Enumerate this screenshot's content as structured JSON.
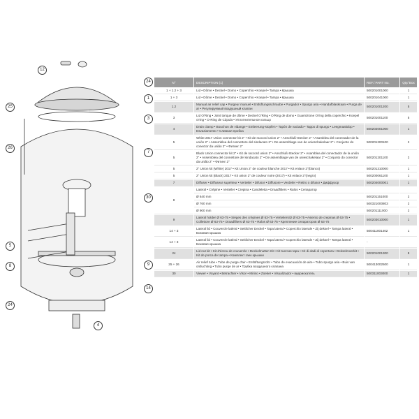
{
  "callouts": [
    "12",
    "24",
    "1",
    "25",
    "3",
    "26",
    "7",
    "30",
    "5",
    "8",
    "9",
    "14",
    "24",
    "4"
  ],
  "table": {
    "headers": {
      "n": "N°",
      "description": "DESCRIPTION (1)",
      "ref": "REF./ PART No.",
      "qty": "Qty/ Box"
    },
    "rows": [
      {
        "n": "1 + 1.2 + 3",
        "description": "Lid • Dôme • Deckel • Domo • Coperchio • Koepel • Tampa • Крышка",
        "ref": "500201001000",
        "qty": "1",
        "shade": false
      },
      {
        "n": "1 + 3",
        "description": "Lid • Dôme • Deckel • Domo • Coperchio • Koepel • Tampa • Крышка",
        "ref": "500201041000",
        "qty": "1",
        "shade": false
      },
      {
        "n": "1.2",
        "description": "Manual air relief cap • Purgeur manuel • Entlüftungsschraube • Purgador • Spurgo aria • Handafblaskraan • Purga de ar • Регулируемый воздушный клапан",
        "ref": "500201001200",
        "qty": "5",
        "shade": true
      },
      {
        "n": "3",
        "description": "Lid O'Ring • Joint torique de dôme • Deckel O'Ring • O'Ring de domo • Guarnizione O'ring della coperchio • Koepel o'ring • O-Ring de Cúpula • Уплотнительное кольцо",
        "ref": "500201001100",
        "qty": "5",
        "shade": false
      },
      {
        "n": "4",
        "description": "Drain clamp • Bouchon de vidange • Entleerung-stopfen • Tapón de vaciado • Tappo di spurgo • Leegmaakdop • Esvaziamento • Сливная пробка",
        "ref": "500202001000",
        "qty": "1",
        "shade": true
      },
      {
        "n": "5",
        "description": "White 2017 Union connector kit 2\" • Kit de raccord union 2\" • Anschluß-Stecker 2\" • Asamblea del conectador de la unión 2\" • Assemblea del connettore del sindacato 2\" • De assemblage van de unieschakelaar 2\" • Conjunto do conector da união 2\" • Фитинг 2\"",
        "ref": "500201200100",
        "qty": "2",
        "shade": false
      },
      {
        "n": "5",
        "description": "Black Union connector kit 2\" • Kit de raccord union 2\" • Anschluß-Stecker 2\" • Asamblea del conectador de la unión 2\" • Assemblea del connettore del sindacato 2\" • De assemblage van de unieschakelaar 2\" • Conjunto do conector da união 2\" • Фитинг 2\"",
        "ref": "500201201100",
        "qty": "2",
        "shade": false
      },
      {
        "n": "5",
        "description": "2\" Union kit (White) 2017 • Kit Union 2\" de couleur blanche 2017 • Kit enlace 2\"(blanco)",
        "ref": "500201310000",
        "qty": "1",
        "shade": false
      },
      {
        "n": "5",
        "description": "2\" Union kit (Black) 2017 • Kit union 2\" de couleur noire (2017) • Kit enlace 2\"(negro)",
        "ref": "500200061100",
        "qty": "1",
        "shade": false
      },
      {
        "n": "7",
        "description": "Diffuser • Diffuseur supérieur • Verteiler • Difusor • Diffusore • Verdeler • Retiro o difusor • Диффузор",
        "ref": "500204000001",
        "qty": "1",
        "shade": true
      }
    ],
    "lateral": {
      "n": "8",
      "description": "Lateral • Crépine • Verteiler • Crepina • Candeletta • Draadfilters • Ralos • Сепаратор",
      "sizes": [
        {
          "label": "Ø 640 mm",
          "ref": "500201151000",
          "qty": "2"
        },
        {
          "label": "Ø 760 mm",
          "ref": "500321000803",
          "qty": "2"
        },
        {
          "label": "Ø 900 mm",
          "ref": "500201111000",
          "qty": "2"
        }
      ]
    },
    "rows2": [
      {
        "n": "9",
        "description": "Lateral holder Ø 63-75 • Sièges des crépines Ø 63-75 • Verteilersitz Ø 63-75 • Asiento de crepinas Ø 63-75 • Collettore Ø 63-75 • Draadfilters Ø 63-75 • Ralos Ø 63-75 • Крепление сепараторов Ø 63-75",
        "ref": "500203010000",
        "qty": "1",
        "shade": true
      },
      {
        "n": "14 + 3",
        "description": "Lateral lid • Couvercle latéral • Seitlicher Deckel • Tapa lateral • Coperchio laterale • Zij deksel • Tampa lateral • Боковая крышка",
        "ref": "500411001402",
        "qty": "1",
        "shade": false
      },
      {
        "n": "14 + 3",
        "description": "Lateral lid • Couvercle latéral • Seitlicher Deckel • Tapa lateral • Coperchio laterale • Zij deksel • Tampa lateral • Боковая крышка",
        "ref": "-",
        "qty": "",
        "shade": false
      },
      {
        "n": "24",
        "description": "Lid nut kit • Kit d'écrou de couvercle • Deckelmutter-Kit • Kit tuercas tapa • Kit di dadi di copertura • Dekselmoerkit • Kit de porca de tampa • Комплект гаек крышки",
        "ref": "500201001300",
        "qty": "8",
        "shade": true
      },
      {
        "n": "25 + 26",
        "description": "Air relief tube • Tube de purge d'air • Entlüftungsrohr • Tubo de evacuación de aire • Tubo spurgo aria • Buis van ontluchting • Tubo purge de ar • Трубка воздушного клапана",
        "ref": "500413002500",
        "qty": "1",
        "shade": false
      },
      {
        "n": "30",
        "description": "Viewer • Voyant • Betrachter • Visor • Mirino • Zoeker • Visualizador • видоискатель",
        "ref": "500311003000",
        "qty": "1",
        "shade": true
      }
    ]
  }
}
